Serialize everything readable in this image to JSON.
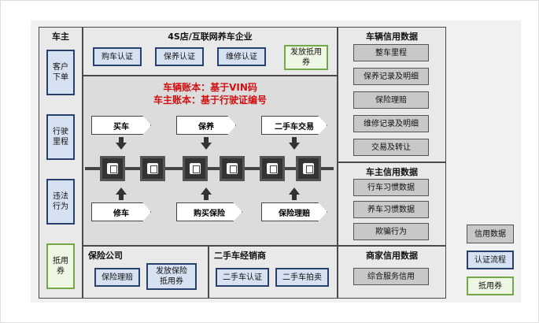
{
  "owner": {
    "title": "车主",
    "items": [
      "客户\n下单",
      "行驶\n里程",
      "违法\n行为",
      "抵用\n券"
    ]
  },
  "enterprise": {
    "title": "4S店/互联网养车企业",
    "items": [
      "购车认证",
      "保养认证",
      "维修认证",
      "发放抵用\n券"
    ]
  },
  "center": {
    "vin_line": "车辆账本：基于VIN码",
    "license_line": "车主账本：基于行驶证编号",
    "top_steps": [
      "买车",
      "保养",
      "二手车交易"
    ],
    "bottom_steps": [
      "修车",
      "购买保险",
      "保险理赔"
    ]
  },
  "vehicle_credit": {
    "title": "车辆信用数据",
    "items": [
      "整车里程",
      "保养记录及明细",
      "保险理赔",
      "维修记录及明细",
      "交易及转让"
    ]
  },
  "owner_credit": {
    "title": "车主信用数据",
    "items": [
      "行车习惯数据",
      "养车习惯数据",
      "欺骗行为"
    ]
  },
  "insurance": {
    "title": "保险公司",
    "items": [
      "保险理赔",
      "发放保险\n抵用券"
    ]
  },
  "usedcar": {
    "title": "二手车经销商",
    "items": [
      "二手车认证",
      "二手车拍卖"
    ]
  },
  "merchant_credit": {
    "title": "商家信用数据",
    "items": [
      "综合服务信用"
    ]
  },
  "legend": {
    "items": [
      "信用数据",
      "认证流程",
      "抵用券"
    ]
  }
}
